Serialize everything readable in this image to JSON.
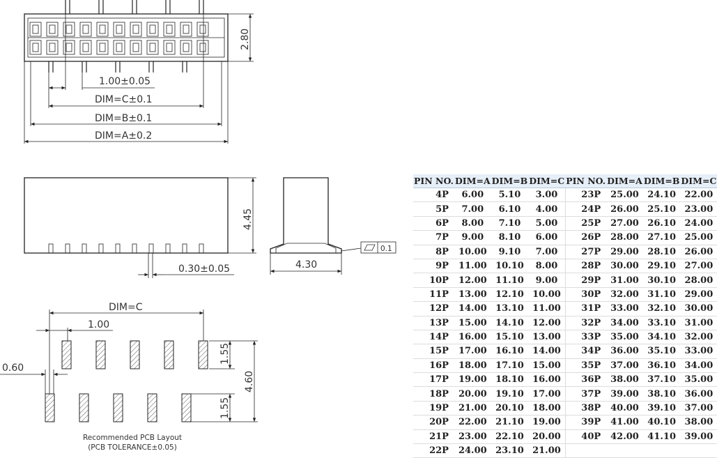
{
  "dimensions": {
    "pitch": "1.00±0.05",
    "dim_c": "DIM=C±0.1",
    "dim_b": "DIM=B±0.1",
    "dim_a": "DIM=A±0.2",
    "height_top": "2.80",
    "height_side": "4.45",
    "pin_width": "0.30±0.05",
    "side_width": "4.30",
    "flatness": "0.1",
    "pcb_dim_c": "DIM=C",
    "pcb_pitch": "1.00",
    "pad_width": "0.60",
    "pad_len_top": "1.55",
    "pad_len_bottom": "1.55",
    "pad_span": "4.60"
  },
  "pcb_caption": {
    "line1": "Recommended PCB Layout",
    "line2": "(PCB TOLERANCE±0.05)"
  },
  "table": {
    "headers": [
      "PIN NO.",
      "DIM=A",
      "DIM=B",
      "DIM=C",
      "PIN NO.",
      "DIM=A",
      "DIM=B",
      "DIM=C"
    ],
    "rows": [
      [
        "4P",
        "6.00",
        "5.10",
        "3.00",
        "23P",
        "25.00",
        "24.10",
        "22.00"
      ],
      [
        "5P",
        "7.00",
        "6.10",
        "4.00",
        "24P",
        "26.00",
        "25.10",
        "23.00"
      ],
      [
        "6P",
        "8.00",
        "7.10",
        "5.00",
        "25P",
        "27.00",
        "26.10",
        "24.00"
      ],
      [
        "7P",
        "9.00",
        "8.10",
        "6.00",
        "26P",
        "28.00",
        "27.10",
        "25.00"
      ],
      [
        "8P",
        "10.00",
        "9.10",
        "7.00",
        "27P",
        "29.00",
        "28.10",
        "26.00"
      ],
      [
        "9P",
        "11.00",
        "10.10",
        "8.00",
        "28P",
        "30.00",
        "29.10",
        "27.00"
      ],
      [
        "10P",
        "12.00",
        "11.10",
        "9.00",
        "29P",
        "31.00",
        "30.10",
        "28.00"
      ],
      [
        "11P",
        "13.00",
        "12.10",
        "10.00",
        "30P",
        "32.00",
        "31.10",
        "29.00"
      ],
      [
        "12P",
        "14.00",
        "13.10",
        "11.00",
        "31P",
        "33.00",
        "32.10",
        "30.00"
      ],
      [
        "13P",
        "15.00",
        "14.10",
        "12.00",
        "32P",
        "34.00",
        "33.10",
        "31.00"
      ],
      [
        "14P",
        "16.00",
        "15.10",
        "13.00",
        "33P",
        "35.00",
        "34.10",
        "32.00"
      ],
      [
        "15P",
        "17.00",
        "16.10",
        "14.00",
        "34P",
        "36.00",
        "35.10",
        "33.00"
      ],
      [
        "16P",
        "18.00",
        "17.10",
        "15.00",
        "35P",
        "37.00",
        "36.10",
        "34.00"
      ],
      [
        "17P",
        "19.00",
        "18.10",
        "16.00",
        "36P",
        "38.00",
        "37.10",
        "35.00"
      ],
      [
        "18P",
        "20.00",
        "19.10",
        "17.00",
        "37P",
        "39.00",
        "38.10",
        "36.00"
      ],
      [
        "19P",
        "21.00",
        "20.10",
        "18.00",
        "38P",
        "40.00",
        "39.10",
        "37.00"
      ],
      [
        "20P",
        "22.00",
        "21.10",
        "19.00",
        "39P",
        "41.00",
        "40.10",
        "38.00"
      ],
      [
        "21P",
        "23.00",
        "22.10",
        "20.00",
        "40P",
        "42.00",
        "41.10",
        "39.00"
      ],
      [
        "22P",
        "24.00",
        "23.10",
        "21.00",
        "",
        "",
        "",
        ""
      ]
    ]
  }
}
